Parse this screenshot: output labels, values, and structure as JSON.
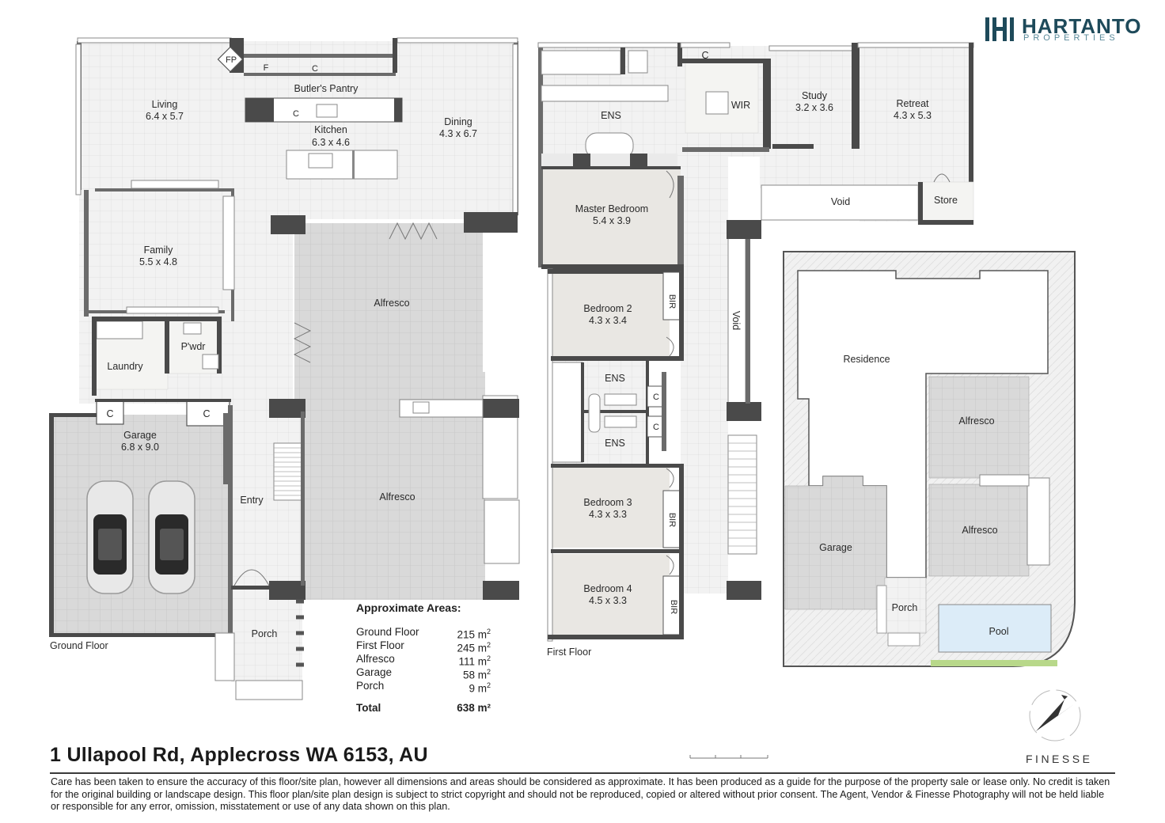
{
  "brand": {
    "name": "HARTANTO",
    "sub": "PROPERTIES",
    "color": "#1e4a5a"
  },
  "ground_floor": {
    "label": "Ground Floor",
    "rooms": {
      "fp": "FP",
      "f": "F",
      "c_pantry": "C",
      "butlers_pantry": "Butler's Pantry",
      "living_name": "Living",
      "living_dim": "6.4 x 5.7",
      "kitchen_name": "Kitchen",
      "kitchen_dim": "6.3 x 4.6",
      "c_kitchen": "C",
      "dining_name": "Dining",
      "dining_dim": "4.3 x 6.7",
      "family_name": "Family",
      "family_dim": "5.5 x 4.8",
      "alfresco_1": "Alfresco",
      "laundry": "Laundry",
      "pwdr": "P'wdr",
      "c_left": "C",
      "c_right": "C",
      "garage_name": "Garage",
      "garage_dim": "6.8 x 9.0",
      "entry": "Entry",
      "alfresco_2": "Alfresco",
      "porch": "Porch"
    }
  },
  "first_floor": {
    "label": "First Floor",
    "rooms": {
      "c_top": "C",
      "ens_master": "ENS",
      "wir": "WIR",
      "study_name": "Study",
      "study_dim": "3.2 x 3.6",
      "retreat_name": "Retreat",
      "retreat_dim": "4.3 x 5.3",
      "void_h": "Void",
      "store": "Store",
      "master_name": "Master Bedroom",
      "master_dim": "5.4 x 3.9",
      "bed2_name": "Bedroom 2",
      "bed2_dim": "4.3 x 3.4",
      "bir_2": "BIR",
      "void_v": "Void",
      "ens_a": "ENS",
      "ens_b": "ENS",
      "c_a": "C",
      "c_b": "C",
      "bed3_name": "Bedroom 3",
      "bed3_dim": "4.3 x 3.3",
      "bir_3": "BIR",
      "bed4_name": "Bedroom 4",
      "bed4_dim": "4.5 x 3.3",
      "bir_4": "BIR"
    }
  },
  "site_plan": {
    "residence": "Residence",
    "alfresco_top": "Alfresco",
    "alfresco_bottom": "Alfresco",
    "garage": "Garage",
    "porch": "Porch",
    "pool": "Pool"
  },
  "areas": {
    "title": "Approximate Areas:",
    "unit": "m",
    "rows": [
      {
        "name": "Ground Floor",
        "value": "215"
      },
      {
        "name": "First Floor",
        "value": "245"
      },
      {
        "name": "Alfresco",
        "value": "111"
      },
      {
        "name": "Garage",
        "value": "58"
      },
      {
        "name": "Porch",
        "value": "9"
      }
    ],
    "total_label": "Total",
    "total_value": "638 m²"
  },
  "address": "1 Ullapool Rd, Applecross WA 6153, AU",
  "disclaimer": "Care has been taken to ensure the accuracy of this floor/site plan, however all dimensions and areas should be considered as approximate. It has been produced as a guide for the purpose of the property sale or lease only. No credit is taken for the original building or landscape design. This floor plan/site plan design is subject to strict copyright and should not be reproduced, copied or altered without prior consent. The Agent, Vendor & Finesse Photography will not be held liable or responsible for any error, omission, misstatement or use of any data shown on this plan.",
  "finesse": "FINESSE",
  "colors": {
    "wall": "#4a4a4a",
    "pool": "#dcecf8",
    "lawn": "#b8d88a"
  }
}
